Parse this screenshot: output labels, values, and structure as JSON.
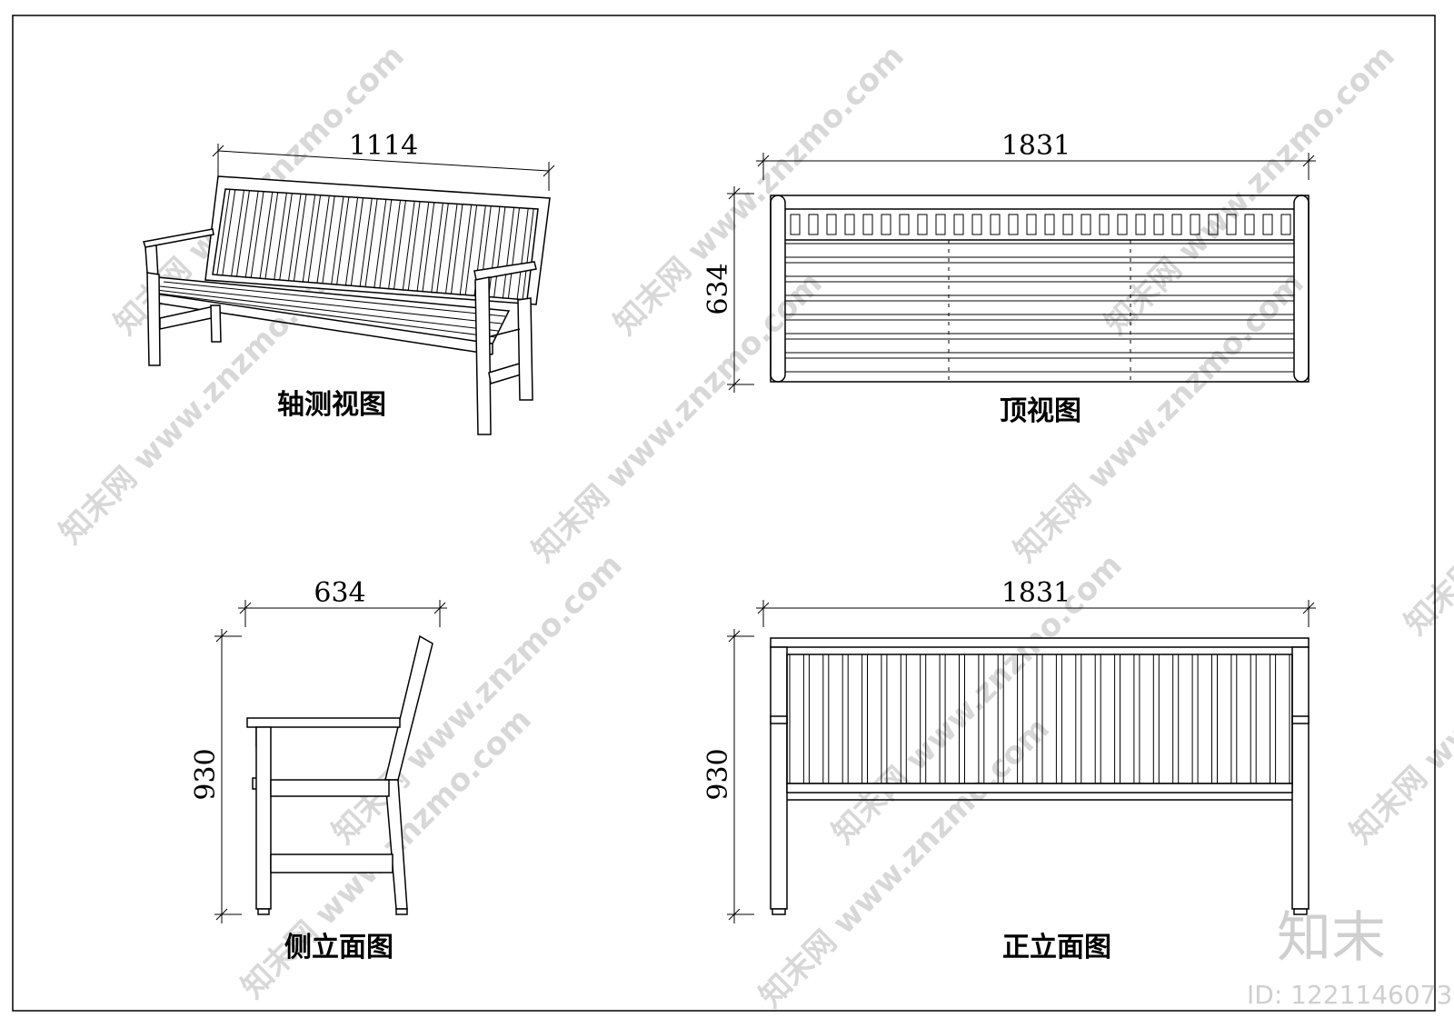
{
  "views": {
    "axonometric": {
      "title": "轴测视图",
      "dimension": "1114"
    },
    "top": {
      "title": "顶视图",
      "width_dimension": "1831",
      "depth_dimension": "634"
    },
    "side": {
      "title": "侧立面图",
      "width_dimension": "634",
      "height_dimension": "930"
    },
    "front": {
      "title": "正立面图",
      "width_dimension": "1831",
      "height_dimension": "930"
    }
  },
  "watermark": {
    "site": "www.znzmo.com",
    "logo": "知末",
    "brand": "知末网"
  },
  "id_label": "ID: 1221146073"
}
